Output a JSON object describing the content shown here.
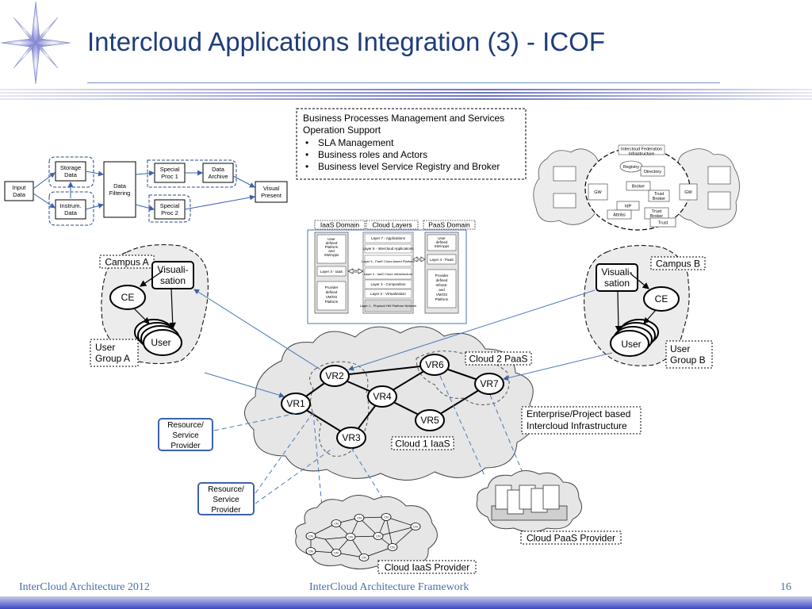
{
  "slide": {
    "title": "Intercloud Applications Integration (3) - ICOF",
    "footer_left": "InterCloud Architecture 2012",
    "footer_center": "InterCloud Architecture Framework",
    "page_number": "16"
  },
  "business_box": {
    "line1": "Business Processes Management and Services",
    "line2": "Operation Support",
    "bullets": [
      "SLA Management",
      "Business roles and Actors",
      "Business level Service Registry  and Broker"
    ]
  },
  "workflow": {
    "input_data": [
      "Input",
      "Data"
    ],
    "storage_data": [
      "Storage",
      "Data"
    ],
    "instrum_data": [
      "Instrum.",
      "Data"
    ],
    "data_filtering": [
      "Data",
      "Filtering"
    ],
    "special_proc1": [
      "Special",
      "Proc 1"
    ],
    "special_proc2": [
      "Special",
      "Proc 2"
    ],
    "data_archive": [
      "Data",
      "Archive"
    ],
    "visual_present": [
      "Visual",
      "Present"
    ]
  },
  "federation": {
    "title": "Intercloud Federation",
    "subtitle": "Infrastructure",
    "registry": "Registry",
    "directory": "Directory",
    "broker": "Broker",
    "gw_left": "GW",
    "gw_right": "GW",
    "trust_broker": [
      "Trust",
      "Broker"
    ],
    "idp": "IdP",
    "attribs": "Attribs",
    "trust_broker2": [
      "Trust",
      "Broker"
    ],
    "trust": "Trust"
  },
  "layers": {
    "iaas_domain": "IaaS Domain",
    "cloud_layers": "Cloud Layers",
    "paas_domain": "PaaS Domain",
    "stack": [
      "Layer 7 - Applications",
      "Layer 6 - Intercloud Applications",
      "Layer 5 - PaaS Cloud-based Platform",
      "Layer 4 - IaaS Cloud Infrastructure",
      "Layer 3 - Composition",
      "Layer 2 - Virtualization",
      "Layer 1 - Physical HW Platform Network"
    ],
    "left_user": [
      "User",
      "defined",
      "Platform",
      "and",
      "SW/Apps"
    ],
    "left_layer3": "Layer 3 - IaaS",
    "left_provider": [
      "Provider",
      "defined",
      "VM/OS",
      "Platform"
    ],
    "right_user": [
      "User",
      "defined",
      "SW/Apps"
    ],
    "right_layer4": "Layer 4 - PaaS",
    "right_provider": [
      "Provider",
      "defined",
      "Infrastr.",
      "and",
      "VM/OS",
      "Platform"
    ]
  },
  "campus_a": {
    "label": "Campus A",
    "visualisation": [
      "Visuali-",
      "sation"
    ],
    "ce": "CE",
    "user": "User",
    "group": [
      "User",
      "Group A"
    ]
  },
  "campus_b": {
    "label": "Campus B",
    "visualisation": [
      "Visuali-",
      "sation"
    ],
    "ce": "CE",
    "user": "User",
    "group": [
      "User",
      "Group B"
    ]
  },
  "network": {
    "routers": [
      "VR1",
      "VR2",
      "VR3",
      "VR4",
      "VR5",
      "VR6",
      "VR7"
    ],
    "cloud2": "Cloud 2 PaaS",
    "cloud1": "Cloud 1 IaaS",
    "enterprise": [
      "Enterprise/Project based",
      "Intercloud Infrastructure"
    ]
  },
  "providers": {
    "resource1": [
      "Resource/",
      "Service",
      "Provider"
    ],
    "resource2": [
      "Resource/",
      "Service",
      "Provider"
    ],
    "cloud_paas": "Cloud PaaS Provider",
    "cloud_iaas": "Cloud IaaS Provider",
    "cn": "CN"
  },
  "colors": {
    "title": "#1f3d7a",
    "accent": "#4a7ab8",
    "cloud_fill": "#e6e6e6",
    "line": "#5b85c4"
  }
}
